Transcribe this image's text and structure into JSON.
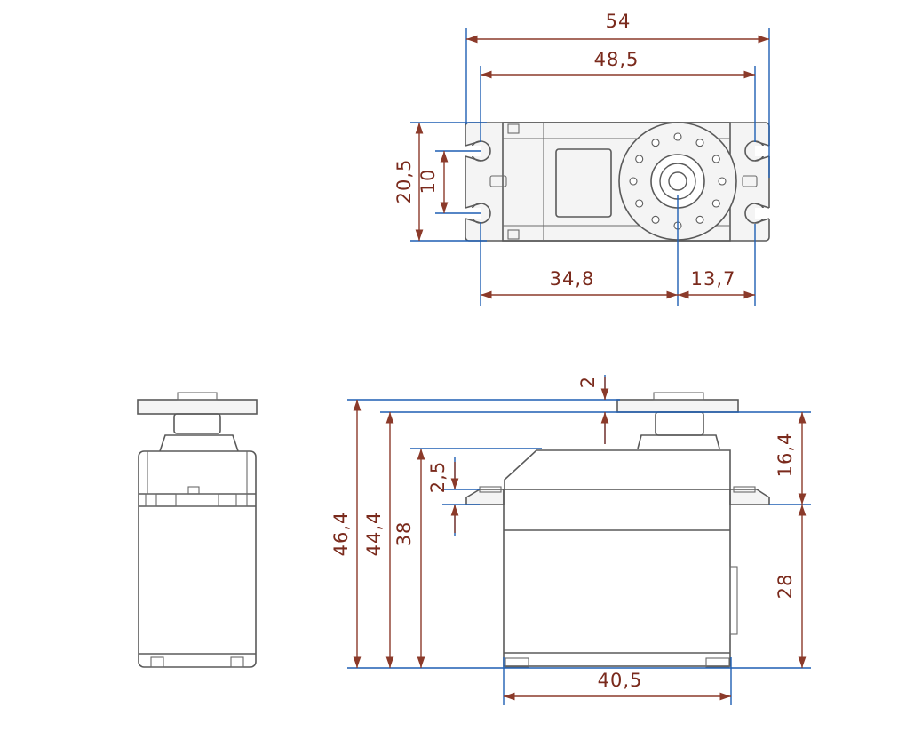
{
  "top_view": {
    "labels": {
      "overall_width": "54",
      "hole_spacing": "48,5",
      "overall_depth": "20,5",
      "hole_gap": "10",
      "shaft_offset": "34,8",
      "shaft_to_hole": "13,7"
    }
  },
  "side_view": {
    "labels": {
      "horn_thickness": "2",
      "total_height": "46,4",
      "height_to_horn": "44,4",
      "body_height": "38",
      "flange_thickness": "2,5",
      "upper_height": "16,4",
      "lower_height": "28",
      "body_width": "40,5"
    }
  },
  "colors": {
    "dimension": "#8b3a2a",
    "extension": "#1e5fb4",
    "outline": "#5a5a5a"
  }
}
